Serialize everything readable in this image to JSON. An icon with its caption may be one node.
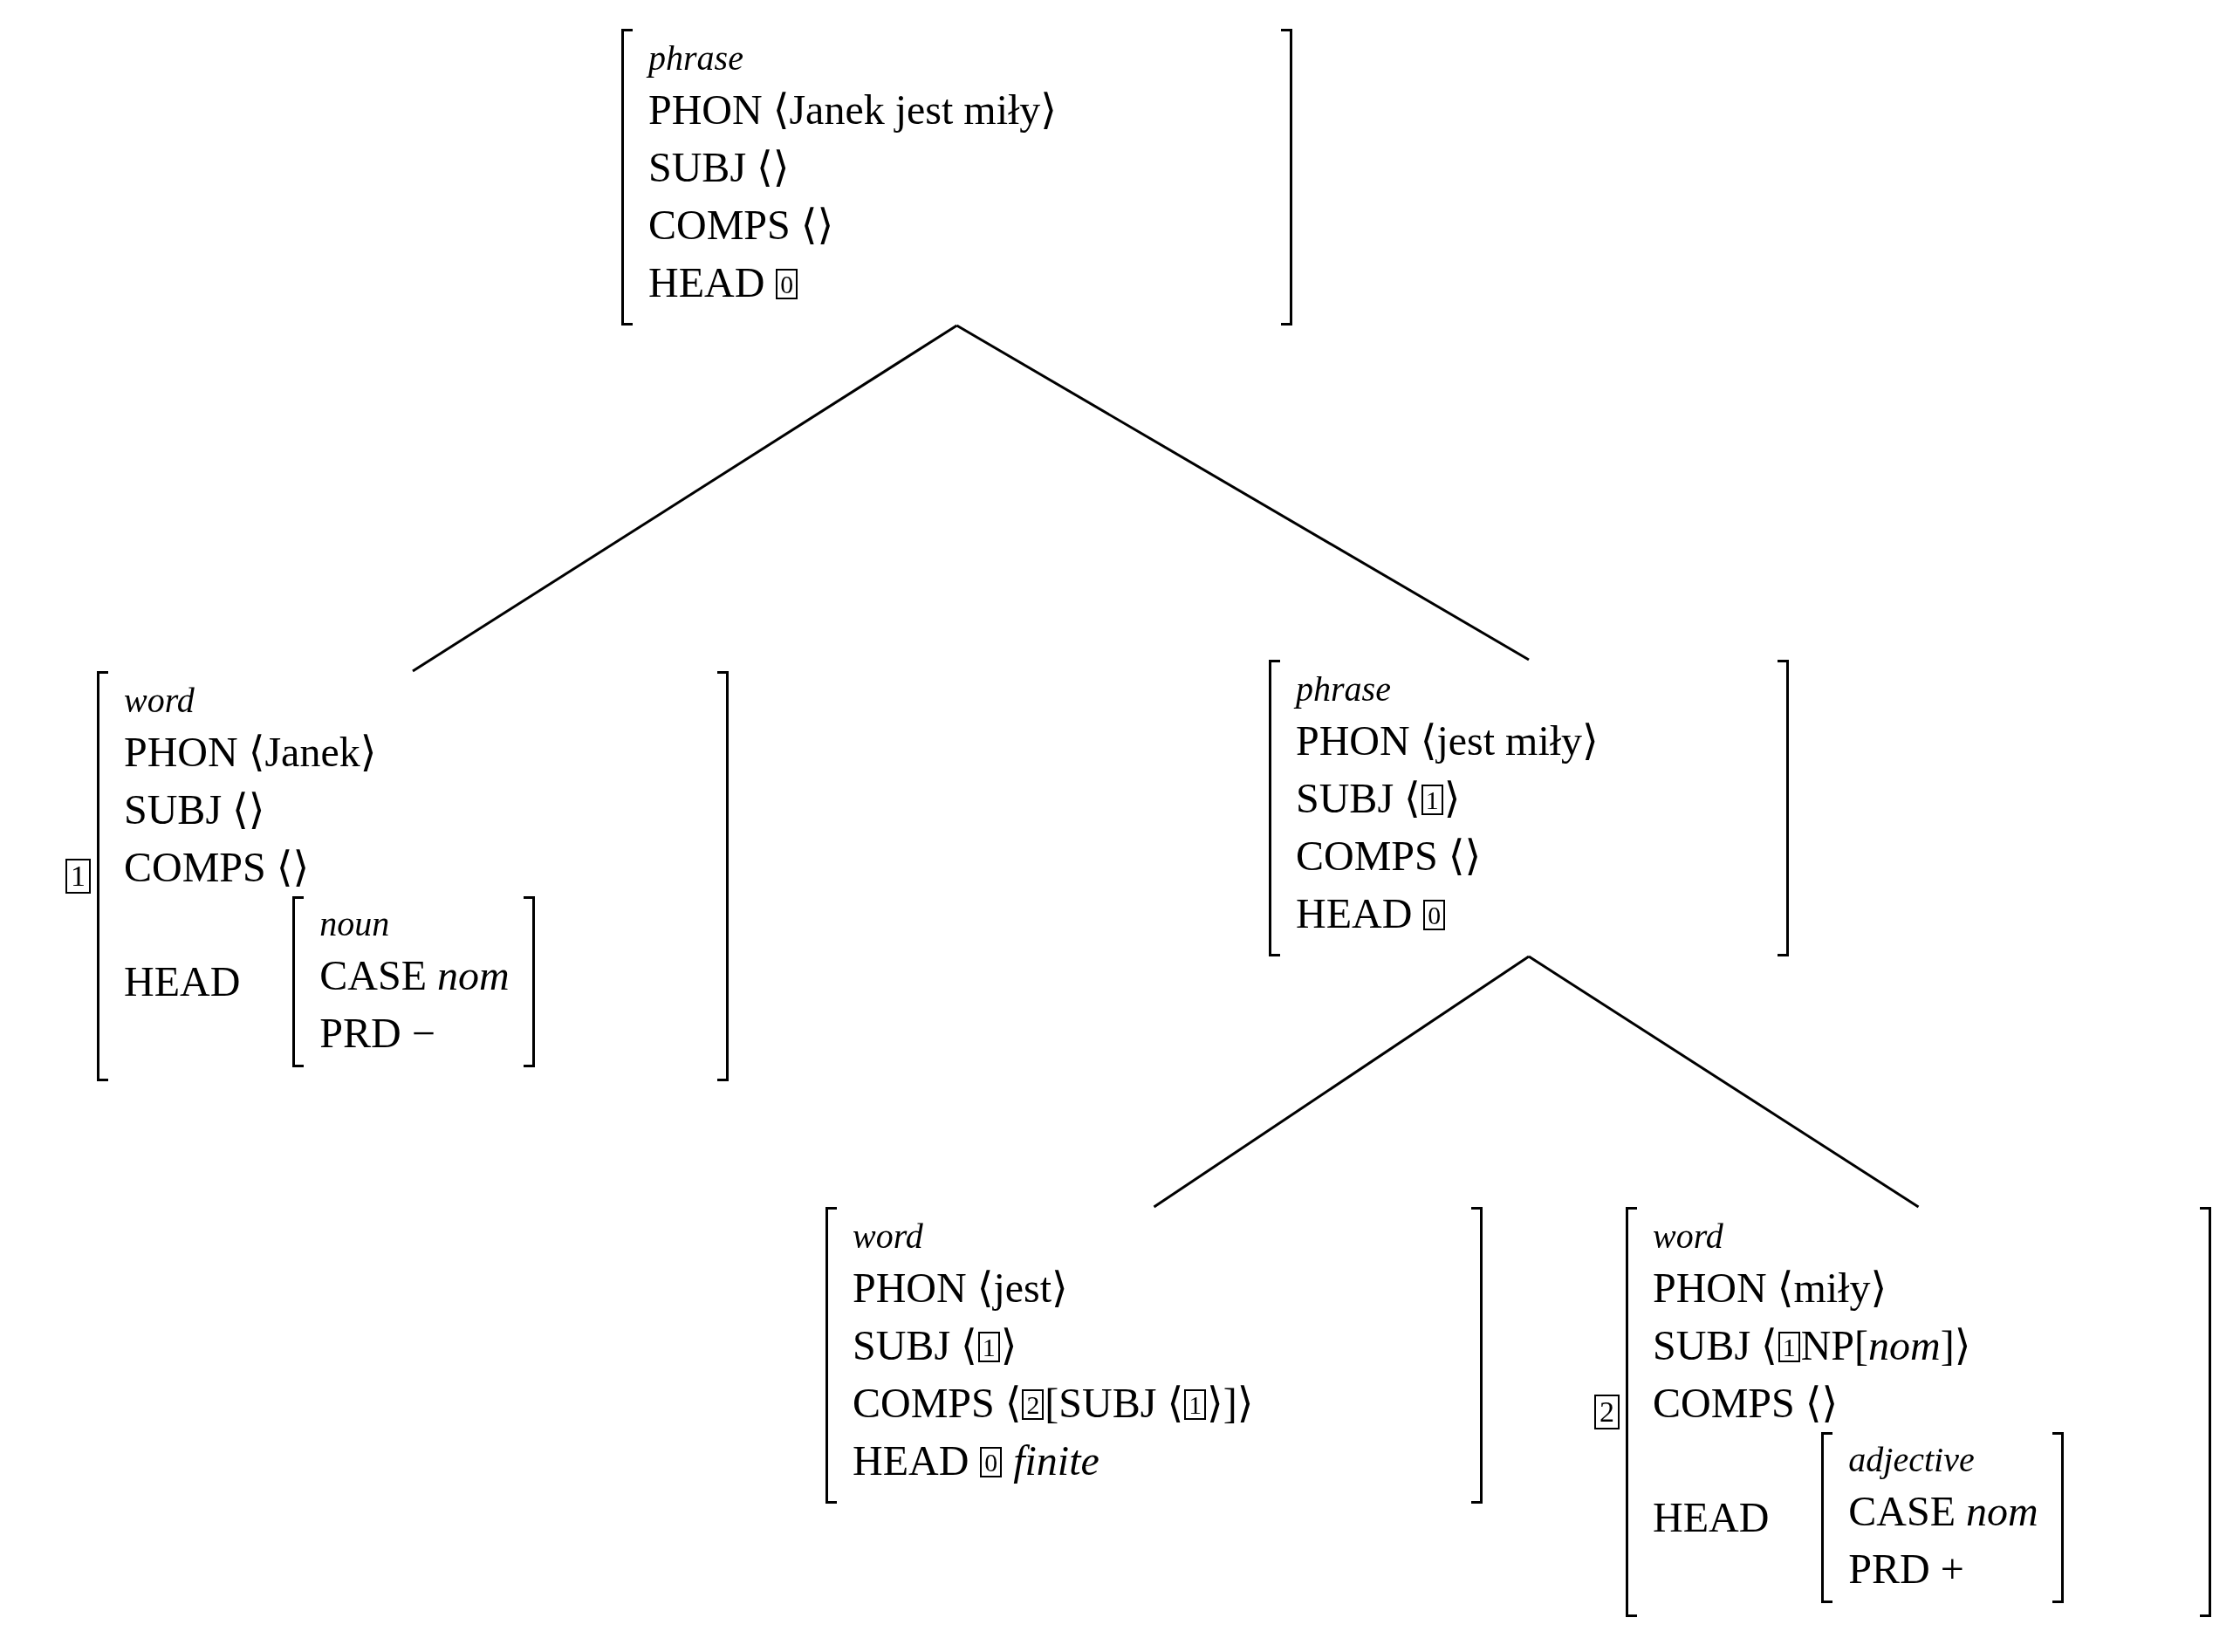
{
  "diagram": {
    "nodes": [
      {
        "text": [
          "phrase",
          "PHON ⟨Janek jest miły⟩",
          "SUBJ ⟨⟩",
          "COMPS ⟨⟩",
          "HEAD 0"
        ]
      },
      {
        "text": [
          "word",
          "PHON ⟨Janek⟩",
          "SUBJ ⟨⟩",
          "COMPS ⟨⟩",
          "HEAD"
        ],
        "beside": [
          "1"
        ]
      },
      {
        "text": [
          "noun",
          "CASE *nom*",
          "PRD −"
        ],
        "in": 1
      },
      {
        "text": [
          "phrase",
          "PHON ⟨jest miły⟩",
          "SUBJ ⟨1⟩",
          "COMPS ⟨⟩",
          "HEAD 0"
        ]
      },
      {
        "text": [
          "word",
          "PHON ⟨jest⟩",
          "SUBJ ⟨1⟩",
          "COMPS ⟨2[SUBJ ⟨1⟩]⟩",
          "HEAD 0 *finite*"
        ]
      },
      {
        "text": [
          "word",
          "PHON ⟨miły⟩",
          "SUBJ ⟨1NP[*nom*]⟩",
          "COMPS ⟨⟩",
          "HEAD"
        ],
        "beside": [
          "2"
        ]
      },
      {
        "text": [
          "adjective",
          "CASE *nom*",
          "PRD +"
        ],
        "in": 5
      }
    ],
    "edges": [
      {
        "from": 0,
        "to": 1,
        "arrow": "none"
      },
      {
        "from": 0,
        "to": 3,
        "arrow": "none"
      },
      {
        "from": 3,
        "to": 4,
        "arrow": "none"
      },
      {
        "from": 3,
        "to": 5,
        "arrow": "none"
      }
    ]
  }
}
